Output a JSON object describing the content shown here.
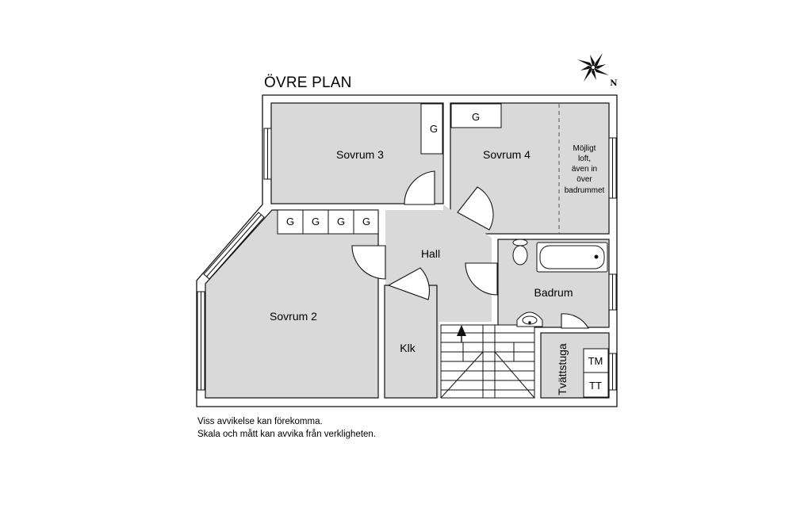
{
  "plan_title": "ÖVRE PLAN",
  "compass": {
    "north_label": "N",
    "icon": "compass-rose-icon"
  },
  "rooms": {
    "sovrum3": "Sovrum 3",
    "sovrum4": "Sovrum 4",
    "sovrum2": "Sovrum 2",
    "hall": "Hall",
    "badrum": "Badrum",
    "klk": "Klk",
    "tvattstuga": "Tvättstuga"
  },
  "loft_note": [
    "Möjligt",
    "loft,",
    "även in",
    "över",
    "badrummet"
  ],
  "closet_label": "G",
  "appliances": {
    "tm": "TM",
    "tt": "TT"
  },
  "disclaimer": {
    "line1": "Viss avvikelse kan förekomma.",
    "line2": "Skala och mått kan avvika från verkligheten."
  },
  "colors": {
    "floor": "#d9d9d9",
    "wall": "#111111",
    "background": "#ffffff"
  }
}
